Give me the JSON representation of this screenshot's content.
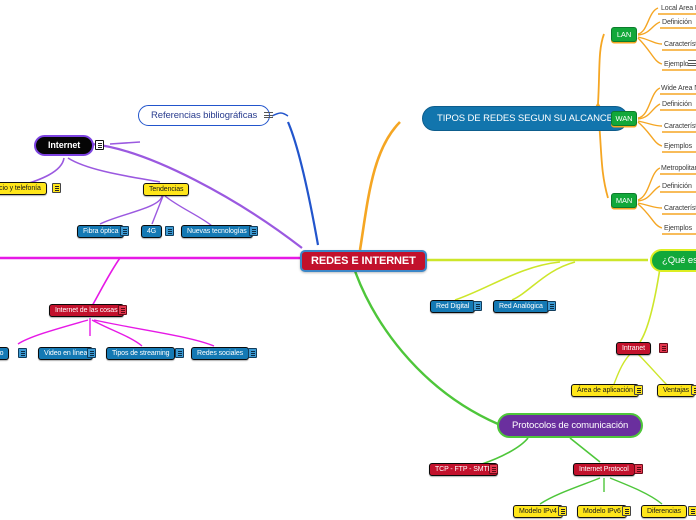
{
  "mindmap": {
    "title": "REDES E INTERNET",
    "root": {
      "label": "REDES E INTERNET"
    },
    "branches": {
      "tipos_redes": {
        "label": "TIPOS DE REDES SEGUN SU ALCANCE",
        "children": [
          {
            "label": "LAN",
            "leaves": [
              "Local Area N",
              "Definición",
              "Característic",
              "Ejemplo"
            ]
          },
          {
            "label": "WAN",
            "leaves": [
              "Wide Area N",
              "Definición",
              "Característic",
              "Ejemplos"
            ]
          },
          {
            "label": "MAN",
            "leaves": [
              "Metropolitan",
              "Definición",
              "Característic",
              "Ejemplos"
            ]
          }
        ]
      },
      "que_es": {
        "label": "¿Qué es"
      },
      "referencias": {
        "label": "Referencias bibliográficas"
      },
      "internet": {
        "label": "Internet",
        "children": [
          {
            "label": "rvicio y telefonía"
          },
          {
            "label": "Tendencias"
          }
        ],
        "grandchildren": [
          "Fibra óptica",
          "4G",
          "Nuevas tecnologías"
        ]
      },
      "iot": {
        "label": "Internet de las cosas",
        "children": [
          "ato",
          "Video en línea",
          "Tipos de streaming",
          "Redes sociales"
        ]
      },
      "tipos_senal": {
        "children": [
          "Red Digital",
          "Red Analógica"
        ]
      },
      "intranet": {
        "label": "Intranet",
        "children": [
          "Área de aplicación",
          "Ventajas"
        ]
      },
      "protocolos": {
        "label": "Protocolos de comunicación",
        "children": [
          "TCP - FTP - SMTP",
          "Internet Protocol"
        ],
        "grandchildren": [
          "Modelo IPv4",
          "Modelo IPv6",
          "Diferencias"
        ]
      }
    },
    "colors": {
      "center_fill": "#c2112c",
      "center_border": "#3c87c8",
      "blue_pill": "#1275ad",
      "purple_pill": "#6a2f9e",
      "green_pill": "#12a83a",
      "yellow_node": "#ffe61a",
      "blue_node": "#1479b4",
      "crimson_node": "#c2112c",
      "green_node": "#12a83a",
      "orange_link": "#f5a623",
      "purple_link": "#9b59e0",
      "magenta_link": "#e619e6",
      "yellowgreen_link": "#cde62a",
      "green_link": "#4ec63a",
      "blue_link": "#2255cc"
    }
  }
}
